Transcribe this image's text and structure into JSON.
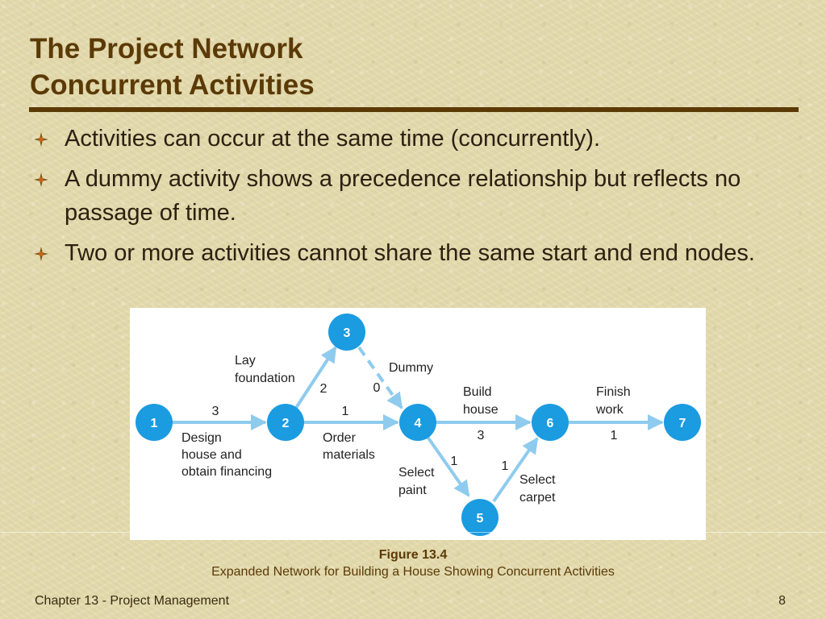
{
  "slide": {
    "title_line1": "The Project Network",
    "title_line2": "Concurrent Activities",
    "bullets": [
      "Activities can occur at the same time (concurrently).",
      "A dummy activity shows a precedence relationship but reflects no passage of time.",
      "Two or more activities cannot share the same start and end nodes."
    ]
  },
  "diagram": {
    "nodes": [
      "1",
      "2",
      "3",
      "4",
      "5",
      "6",
      "7"
    ],
    "activities": [
      {
        "from": "1",
        "to": "2",
        "duration": "3",
        "label": [
          "Design",
          "house and",
          "obtain financing"
        ]
      },
      {
        "from": "2",
        "to": "3",
        "duration": "2",
        "label": [
          "Lay",
          "foundation"
        ]
      },
      {
        "from": "2",
        "to": "4",
        "duration": "1",
        "label": [
          "Order",
          "materials"
        ]
      },
      {
        "from": "3",
        "to": "4",
        "duration": "0",
        "label": [
          "Dummy"
        ],
        "dummy": true
      },
      {
        "from": "4",
        "to": "6",
        "duration": "3",
        "label": [
          "Build",
          "house"
        ]
      },
      {
        "from": "4",
        "to": "5",
        "duration": "1",
        "label": [
          "Select",
          "paint"
        ]
      },
      {
        "from": "5",
        "to": "6",
        "duration": "1",
        "label": [
          "Select",
          "carpet"
        ]
      },
      {
        "from": "6",
        "to": "7",
        "duration": "1",
        "label": [
          "Finish",
          "work"
        ]
      }
    ]
  },
  "caption": {
    "figure": "Figure 13.4",
    "text": "Expanded Network for Building a House Showing Concurrent Activities"
  },
  "footer": {
    "chapter": "Chapter 13 - Project Management",
    "page": "8"
  },
  "colors": {
    "node": "#1b9be0",
    "arrow": "#8ecbee",
    "title": "#5b3a06",
    "background": "#e6dcae"
  },
  "icons": {
    "bullet": "bullet-star-icon"
  }
}
